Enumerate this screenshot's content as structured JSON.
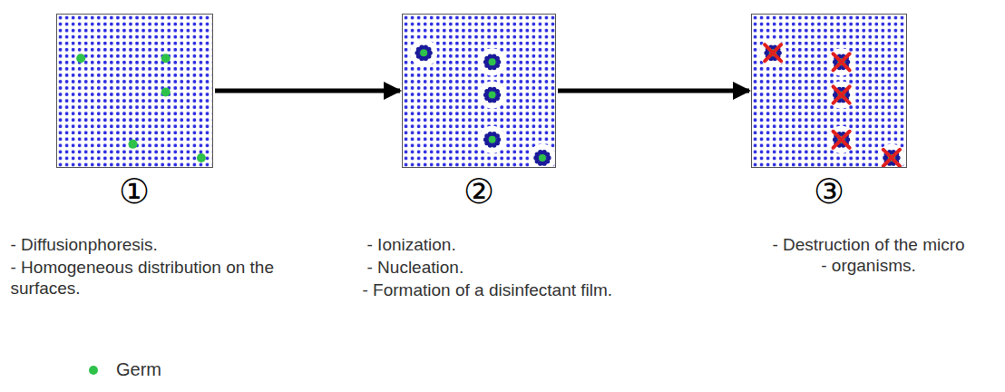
{
  "diagram": {
    "nodes": [
      {
        "text": [
          "①",
          "- Diffusionphoresis.",
          "- Homogeneous distribution on the surfaces."
        ]
      },
      {
        "text": [
          "②",
          "- Ionization.",
          "- Nucleation.",
          "- Formation of a disinfectant film."
        ]
      },
      {
        "text": [
          "③",
          "- Destruction of the micro - organisms."
        ]
      }
    ],
    "edges": [
      {
        "from": 0,
        "to": 1,
        "arrow": "to"
      },
      {
        "from": 1,
        "to": 2,
        "arrow": "to"
      }
    ],
    "legend": [
      {
        "text": "Germ",
        "color": "#2ec24a"
      }
    ]
  }
}
